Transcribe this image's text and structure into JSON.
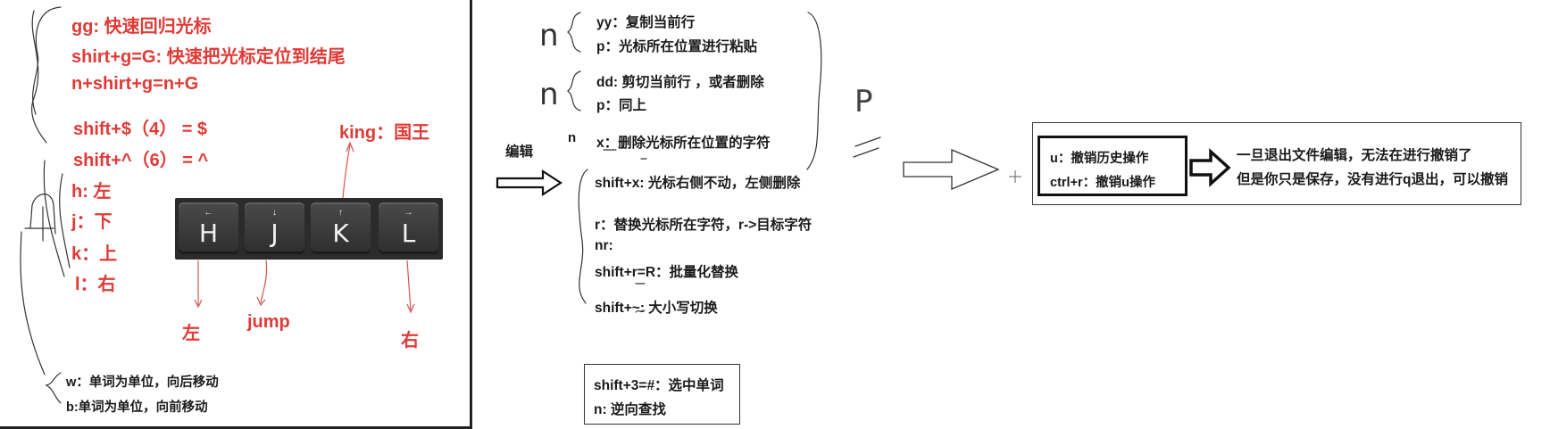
{
  "left_panel": {
    "lines_top": [
      "gg: 快速回归光标",
      "shirt+g=G: 快速把光标定位到结尾",
      "n+shirt+g=n+G"
    ],
    "shift_lines": [
      "shift+$（4） = $",
      "shift+^（6） = ^"
    ],
    "hjkl": [
      "h: 左",
      "j：下",
      "k：上",
      "l：右"
    ],
    "king": "king：国王",
    "keys": [
      {
        "arrow": "←",
        "letter": "H"
      },
      {
        "arrow": "↓",
        "letter": "J"
      },
      {
        "arrow": "↑",
        "letter": "K"
      },
      {
        "arrow": "→",
        "letter": "L"
      }
    ],
    "bottom_labels": {
      "left": "左",
      "jump": "jump",
      "right": "右"
    },
    "word_moves": [
      "w：单词为单位，向后移动",
      "b:单词为单位，向前移动"
    ]
  },
  "middle": {
    "edit_label": "编辑",
    "n_marks": [
      "n",
      "n",
      "n",
      "P"
    ],
    "items_top": [
      "yy：复制当前行",
      "p：光标所在位置进行粘贴",
      "dd: 剪切当前行 ，或者删除",
      "p：同上",
      "x：删除光标所在位置的字符"
    ],
    "items_mid": [
      "shift+x: 光标右侧不动，左侧删除",
      "r：替换光标所在字符，r->目标字符",
      "nr:",
      "shift+r=R：批量化替换",
      "shift+~: 大小写切换"
    ],
    "search_box": [
      "shift+3=#：选中单词",
      "n: 逆向查找"
    ]
  },
  "right": {
    "undo_box": [
      "u：撤销历史操作",
      "ctrl+r：撤销u操作"
    ],
    "notes": [
      "一旦退出文件编辑，无法在进行撤销了",
      "但是你只是保存，没有进行q退出，可以撤销"
    ]
  },
  "colors": {
    "red": "#e03a36",
    "text": "#1a1a1a"
  }
}
